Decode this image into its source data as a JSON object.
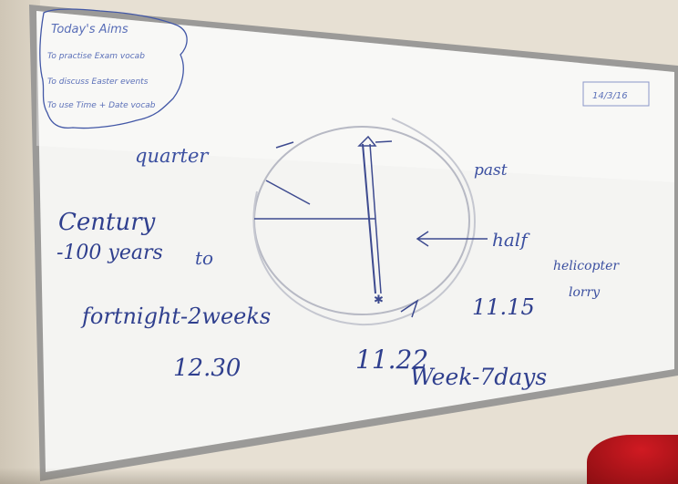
{
  "aims_box": {
    "title": "Today's Aims",
    "items": [
      "To practise Exam vocab",
      "To discuss Easter events",
      "To use Time + Date vocab"
    ]
  },
  "date_label": "14/3/16",
  "clock_words": {
    "quarter": "quarter",
    "past": "past",
    "half": "half",
    "to": "to"
  },
  "notes": {
    "century": "Century",
    "century_def": "-100 years",
    "fortnight": "fortnight-2weeks",
    "time_1230": "12.30",
    "time_1122": "11.22",
    "time_1115": "11.15",
    "week": "Week-7days",
    "helicopter": "helicopter",
    "lorry": "lorry"
  }
}
